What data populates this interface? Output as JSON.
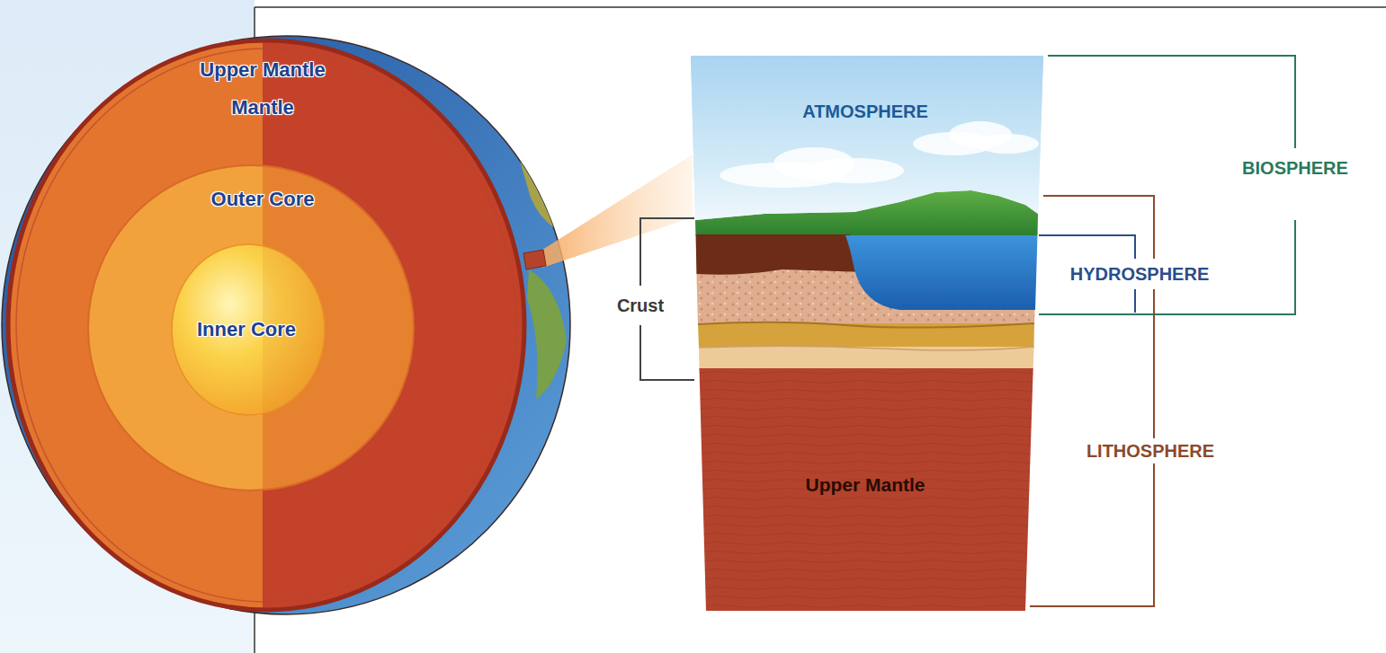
{
  "diagram": {
    "nodes": [
      {
        "text": [
          "Mantle"
        ]
      },
      {
        "text": [
          "Outer Core"
        ],
        "in": 0
      },
      {
        "text": [
          "Inner Core"
        ],
        "in": 1
      },
      {
        "text": [
          "ATMOSPHERE"
        ]
      },
      {
        "text": [
          "Upper Mantle"
        ]
      }
    ],
    "labels": [
      "Upper Mantle",
      "Crust",
      "BIOSPHERE",
      "HYDROSPHERE",
      "LITHOSPHERE"
    ]
  }
}
